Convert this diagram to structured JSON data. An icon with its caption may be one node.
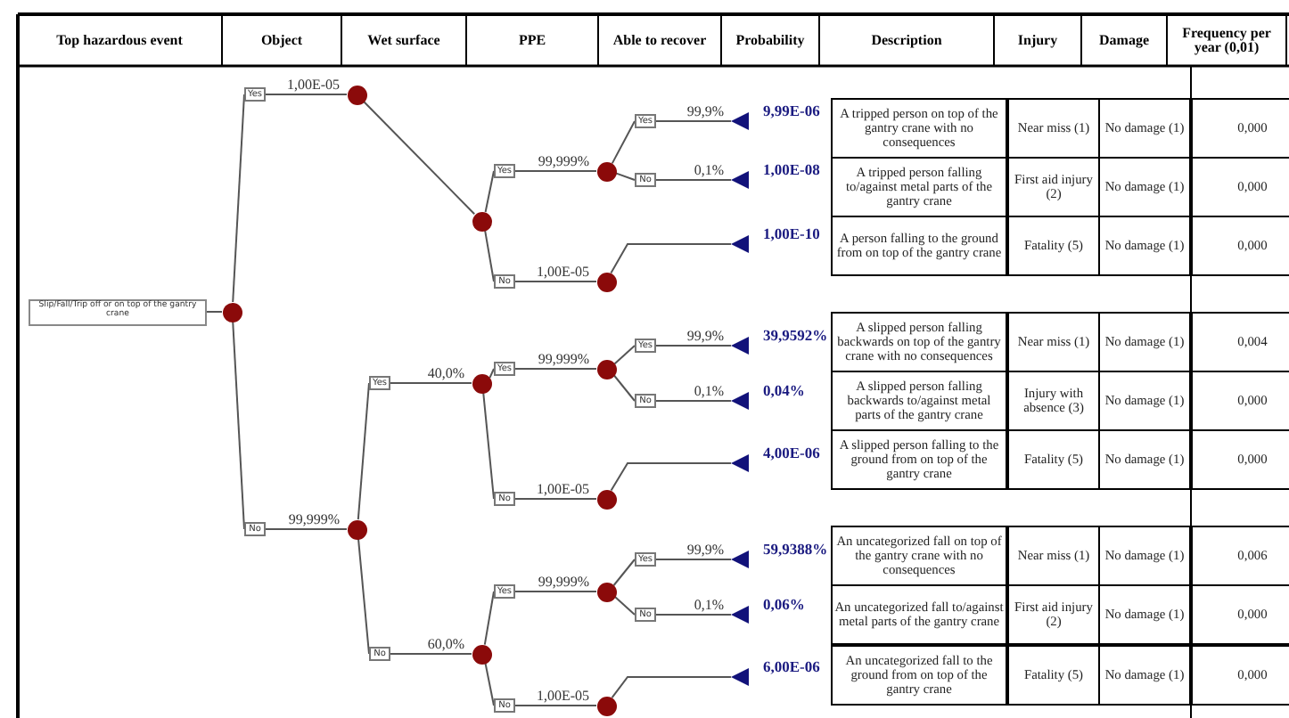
{
  "diagram": {
    "nodes": [
      {
        "text": [
          "Slip/Fall/Trip off or on top of the gantry crane"
        ]
      },
      {
        "text": [],
        "shape": "circle"
      },
      {
        "text": [
          "Yes"
        ]
      },
      {
        "text": [],
        "shape": "circle"
      },
      {
        "text": [],
        "shape": "circle"
      },
      {
        "text": [
          "Yes"
        ]
      },
      {
        "text": [],
        "shape": "circle"
      },
      {
        "text": [
          "Yes"
        ]
      },
      {
        "text": [],
        "shape": "triangle",
        "beside": [
          "9,99E-06"
        ]
      },
      {
        "text": [
          "No"
        ]
      },
      {
        "text": [],
        "shape": "triangle",
        "beside": [
          "1,00E-08"
        ]
      },
      {
        "text": [
          "No"
        ]
      },
      {
        "text": [],
        "shape": "circle"
      },
      {
        "text": [],
        "shape": "triangle",
        "beside": [
          "1,00E-10"
        ]
      },
      {
        "text": [
          "No"
        ]
      },
      {
        "text": [],
        "shape": "circle"
      },
      {
        "text": [
          "Yes"
        ]
      },
      {
        "text": [],
        "shape": "circle"
      },
      {
        "text": [
          "Yes"
        ]
      },
      {
        "text": [],
        "shape": "circle"
      },
      {
        "text": [
          "Yes"
        ]
      },
      {
        "text": [],
        "shape": "triangle",
        "beside": [
          "39,9592%"
        ]
      },
      {
        "text": [
          "No"
        ]
      },
      {
        "text": [],
        "shape": "triangle",
        "beside": [
          "0,04%"
        ]
      },
      {
        "text": [
          "No"
        ]
      },
      {
        "text": [],
        "shape": "circle"
      },
      {
        "text": [],
        "shape": "triangle",
        "beside": [
          "4,00E-06"
        ]
      },
      {
        "text": [
          "No"
        ]
      },
      {
        "text": [],
        "shape": "circle"
      },
      {
        "text": [
          "Yes"
        ]
      },
      {
        "text": [],
        "shape": "circle"
      },
      {
        "text": [
          "Yes"
        ]
      },
      {
        "text": [],
        "shape": "triangle",
        "beside": [
          "59,9388%"
        ]
      },
      {
        "text": [
          "No"
        ]
      },
      {
        "text": [],
        "shape": "triangle",
        "beside": [
          "0,06%"
        ]
      },
      {
        "text": [
          "No"
        ]
      },
      {
        "text": [],
        "shape": "circle"
      },
      {
        "text": [],
        "shape": "triangle",
        "beside": [
          "6,00E-06"
        ]
      }
    ],
    "edges": [
      {
        "from": 0,
        "to": 1,
        "arrow": "none"
      },
      {
        "from": 1,
        "to": 2,
        "arrow": "none"
      },
      {
        "from": 2,
        "to": 3,
        "arrow": "none",
        "label": "1,00E-05"
      },
      {
        "from": 3,
        "to": 4,
        "arrow": "none"
      },
      {
        "from": 4,
        "to": 5,
        "arrow": "none"
      },
      {
        "from": 5,
        "to": 6,
        "arrow": "none",
        "label": "99,999%"
      },
      {
        "from": 6,
        "to": 7,
        "arrow": "none"
      },
      {
        "from": 7,
        "to": 8,
        "arrow": "none",
        "label": "99,9%"
      },
      {
        "from": 6,
        "to": 9,
        "arrow": "none"
      },
      {
        "from": 9,
        "to": 10,
        "arrow": "none",
        "label": "0,1%"
      },
      {
        "from": 4,
        "to": 11,
        "arrow": "none"
      },
      {
        "from": 11,
        "to": 12,
        "arrow": "none",
        "label": "1,00E-05"
      },
      {
        "from": 12,
        "to": 13,
        "arrow": "none"
      },
      {
        "from": 1,
        "to": 14,
        "arrow": "none"
      },
      {
        "from": 14,
        "to": 15,
        "arrow": "none",
        "label": "99,999%"
      },
      {
        "from": 15,
        "to": 16,
        "arrow": "none"
      },
      {
        "from": 16,
        "to": 17,
        "arrow": "none",
        "label": "40,0%"
      },
      {
        "from": 17,
        "to": 18,
        "arrow": "none"
      },
      {
        "from": 18,
        "to": 19,
        "arrow": "none",
        "label": "99,999%"
      },
      {
        "from": 19,
        "to": 20,
        "arrow": "none"
      },
      {
        "from": 20,
        "to": 21,
        "arrow": "none",
        "label": "99,9%"
      },
      {
        "from": 19,
        "to": 22,
        "arrow": "none"
      },
      {
        "from": 22,
        "to": 23,
        "arrow": "none",
        "label": "0,1%"
      },
      {
        "from": 17,
        "to": 24,
        "arrow": "none"
      },
      {
        "from": 24,
        "to": 25,
        "arrow": "none",
        "label": "1,00E-05"
      },
      {
        "from": 25,
        "to": 26,
        "arrow": "none"
      },
      {
        "from": 15,
        "to": 27,
        "arrow": "none"
      },
      {
        "from": 27,
        "to": 28,
        "arrow": "none",
        "label": "60,0%"
      },
      {
        "from": 28,
        "to": 29,
        "arrow": "none"
      },
      {
        "from": 29,
        "to": 30,
        "arrow": "none",
        "label": "99,999%"
      },
      {
        "from": 30,
        "to": 31,
        "arrow": "none"
      },
      {
        "from": 31,
        "to": 32,
        "arrow": "none",
        "label": "99,9%"
      },
      {
        "from": 30,
        "to": 33,
        "arrow": "none"
      },
      {
        "from": 33,
        "to": 34,
        "arrow": "none",
        "label": "0,1%"
      },
      {
        "from": 28,
        "to": 35,
        "arrow": "none"
      },
      {
        "from": 35,
        "to": 36,
        "arrow": "none",
        "label": "1,00E-05"
      },
      {
        "from": 36,
        "to": 37,
        "arrow": "none"
      }
    ],
    "labels": [
      "Top hazardous event",
      "Object",
      "Wet surface",
      "PPE",
      "Able to recover",
      "Probability",
      "Description",
      "Injury",
      "Damage",
      "Frequency per year (0,01)",
      "A tripped person on top of the gantry crane with no consequences",
      "Near miss (1)",
      "No damage (1)",
      "0,000",
      "A tripped person falling to/against metal parts of the gantry crane",
      "First aid injury (2)",
      "No damage (1)",
      "0,000",
      "A person falling to the ground from on top of the gantry crane",
      "Fatality (5)",
      "No damage (1)",
      "0,000",
      "A slipped person falling backwards on top of the gantry crane with no consequences",
      "Near miss (1)",
      "No damage (1)",
      "0,004",
      "A slipped person falling backwards to/against metal parts of the gantry crane",
      "Injury with absence (3)",
      "No damage (1)",
      "0,000",
      "A slipped person falling to the ground from on top of the gantry crane",
      "Fatality (5)",
      "No damage (1)",
      "0,000",
      "An uncategorized fall on top of the gantry crane with no consequences",
      "Near miss (1)",
      "No damage (1)",
      "0,006",
      "An uncategorized fall to/against metal parts of the gantry crane",
      "First aid injury (2)",
      "No damage (1)",
      "0,000",
      "An uncategorized fall to the ground from on top of the gantry crane",
      "Fatality (5)",
      "No damage (1)",
      "0,000"
    ]
  }
}
